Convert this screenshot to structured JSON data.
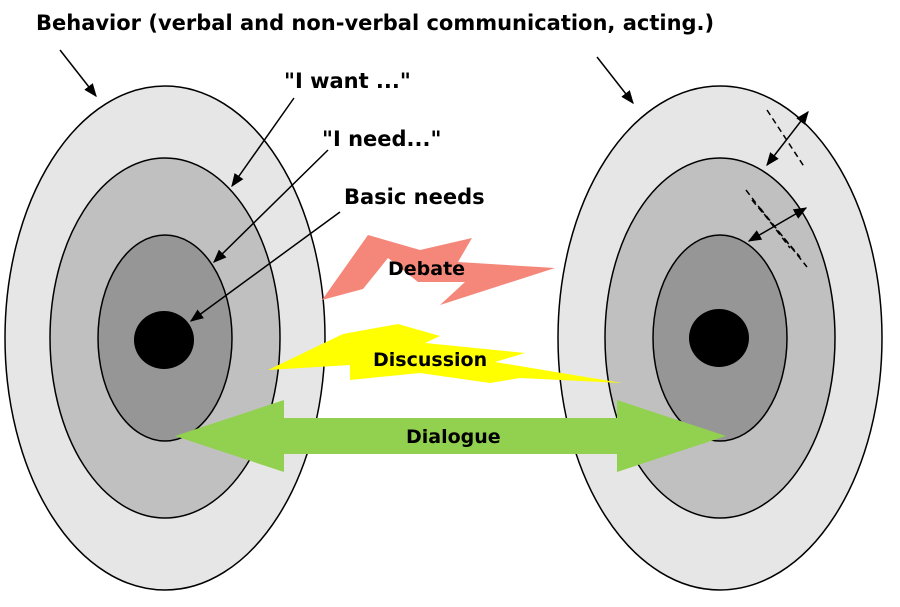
{
  "labels": {
    "behavior": "Behavior (verbal and non-verbal communication, acting.)",
    "want": "\"I want ...\"",
    "need": "\"I need...\"",
    "basic_needs": "Basic needs",
    "debate": "Debate",
    "discussion": "Discussion",
    "dialogue": "Dialogue"
  },
  "colors": {
    "outer_layer": "#e6e6e6",
    "middle_layer": "#c0c0c0",
    "inner_layer": "#969696",
    "core": "#000000",
    "debate": "#f4877a",
    "discussion": "#ffff00",
    "dialogue": "#92d050"
  }
}
